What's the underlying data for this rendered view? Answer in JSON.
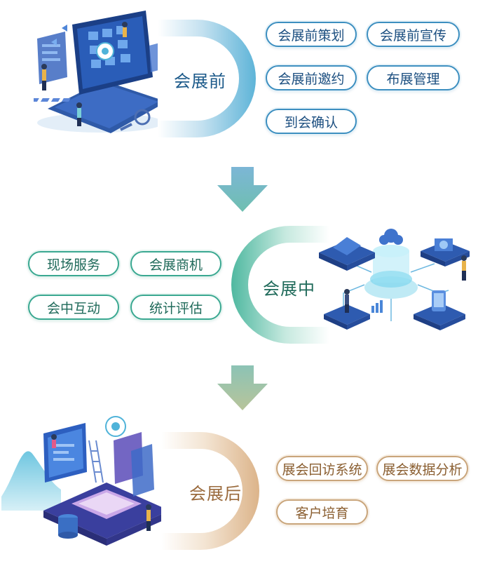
{
  "stages": [
    {
      "label": "会展前",
      "items": [
        "会展前策划",
        "会展前宣传",
        "会展前邀约",
        "布展管理",
        "到会确认"
      ]
    },
    {
      "label": "会展中",
      "items": [
        "现场服务",
        "会展商机",
        "会中互动",
        "统计评估"
      ]
    },
    {
      "label": "会展后",
      "items": [
        "展会回访系统",
        "展会数据分析",
        "客户培育"
      ]
    }
  ],
  "colors": {
    "stage1": "#3d8fc0",
    "stage2": "#3aa891",
    "stage3": "#c9a57b",
    "arrow1": "#6fb4c4",
    "arrow2": "#a9bd98"
  }
}
